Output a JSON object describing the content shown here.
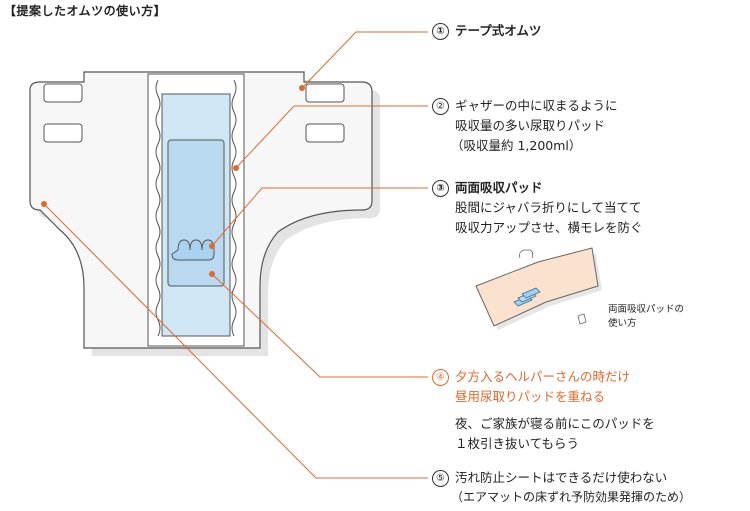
{
  "title": "【提案したオムツの使い方】",
  "items": [
    {
      "num": "①",
      "lines": [
        "テープ式オムツ"
      ]
    },
    {
      "num": "②",
      "lines": [
        "ギャザーの中に収まるように",
        "吸収量の多い尿取りパッド",
        "（吸収量約 1,200ml）"
      ]
    },
    {
      "num": "③",
      "lines": [
        "両面吸収パッド"
      ],
      "sub": [
        "股間にジャバラ折りにして当てて",
        "吸収力アップさせ、横モレを防ぐ"
      ]
    },
    {
      "num": "④",
      "lines": [
        "夕方入るヘルパーさんの時だけ",
        "昼用尿取りパッドを重ねる"
      ],
      "sub": [
        "夜、ご家族が寝る前にこのパッドを",
        "１枚引き抜いてもらう"
      ]
    },
    {
      "num": "⑤",
      "lines": [
        "汚れ防止シートはできるだけ使わない",
        "（エアマットの床ずれ予防効果発揮のため）"
      ]
    }
  ],
  "inset_caption": [
    "両面吸収パッドの",
    "使い方"
  ],
  "colors": {
    "accent": "#e0692e",
    "pad": "#cfe6f5",
    "pad_inner": "#b8d9f0",
    "diaper": "#f7f7f7",
    "shadow": "#e3e3e3"
  }
}
